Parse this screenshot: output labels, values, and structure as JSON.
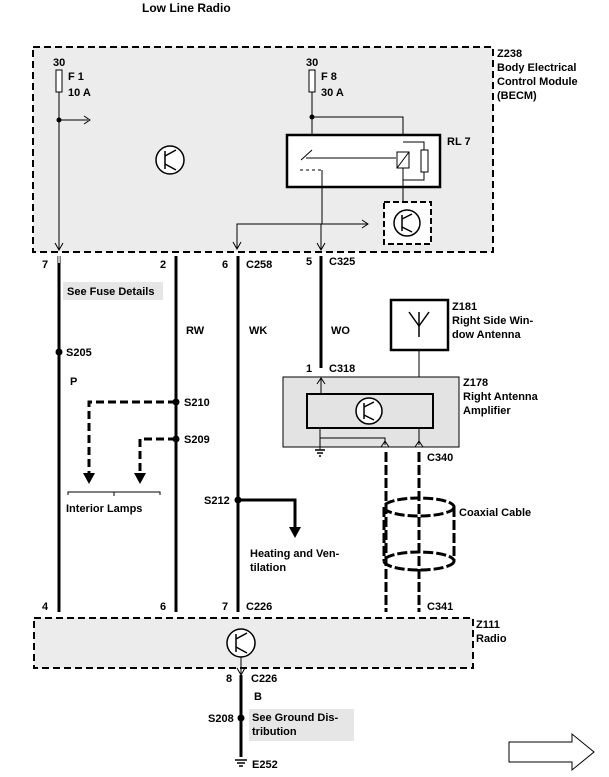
{
  "title": "Low Line Radio",
  "becm": {
    "id": "Z238",
    "name_line1": "Body Electrical",
    "name_line2": "Control Module",
    "name_line3": "(BECM)",
    "fuse1": {
      "supply": "30",
      "name": "F 1",
      "rating": "10 A"
    },
    "fuse8": {
      "supply": "30",
      "name": "F 8",
      "rating": "30 A"
    },
    "relay": "RL 7"
  },
  "becm_pins": {
    "p7": "7",
    "p2": "2",
    "p6": "6",
    "p5": "5",
    "connector_c258": "C258",
    "connector_c325": "C325"
  },
  "fuse_details": "See Fuse Details",
  "wires": {
    "rw": "RW",
    "wk": "WK",
    "wo": "WO",
    "p": "P"
  },
  "splices": {
    "s205": "S205",
    "s210": "S210",
    "s209": "S209",
    "s212": "S212",
    "s208": "S208"
  },
  "interior_lamps": "Interior Lamps",
  "heating_line1": "Heating and Ven-",
  "heating_line2": "tilation",
  "antenna": {
    "id": "Z181",
    "line1": "Right Side Win-",
    "line2": "dow Antenna"
  },
  "amplifier": {
    "id": "Z178",
    "line1": "Right Antenna",
    "line2": "Amplifier",
    "pin": "1",
    "connector": "C318",
    "connector_out": "C340"
  },
  "coax": {
    "label": "Coaxial Cable",
    "connector": "C341"
  },
  "radio": {
    "id": "Z111",
    "name": "Radio",
    "pin4": "4",
    "pin6": "6",
    "pin7": "7",
    "connector_top": "C226",
    "pin8": "8",
    "connector_bottom": "C226"
  },
  "ground": {
    "wire": "B",
    "see_line1": "See Ground Dis-",
    "see_line2": "tribution",
    "point": "E252"
  }
}
